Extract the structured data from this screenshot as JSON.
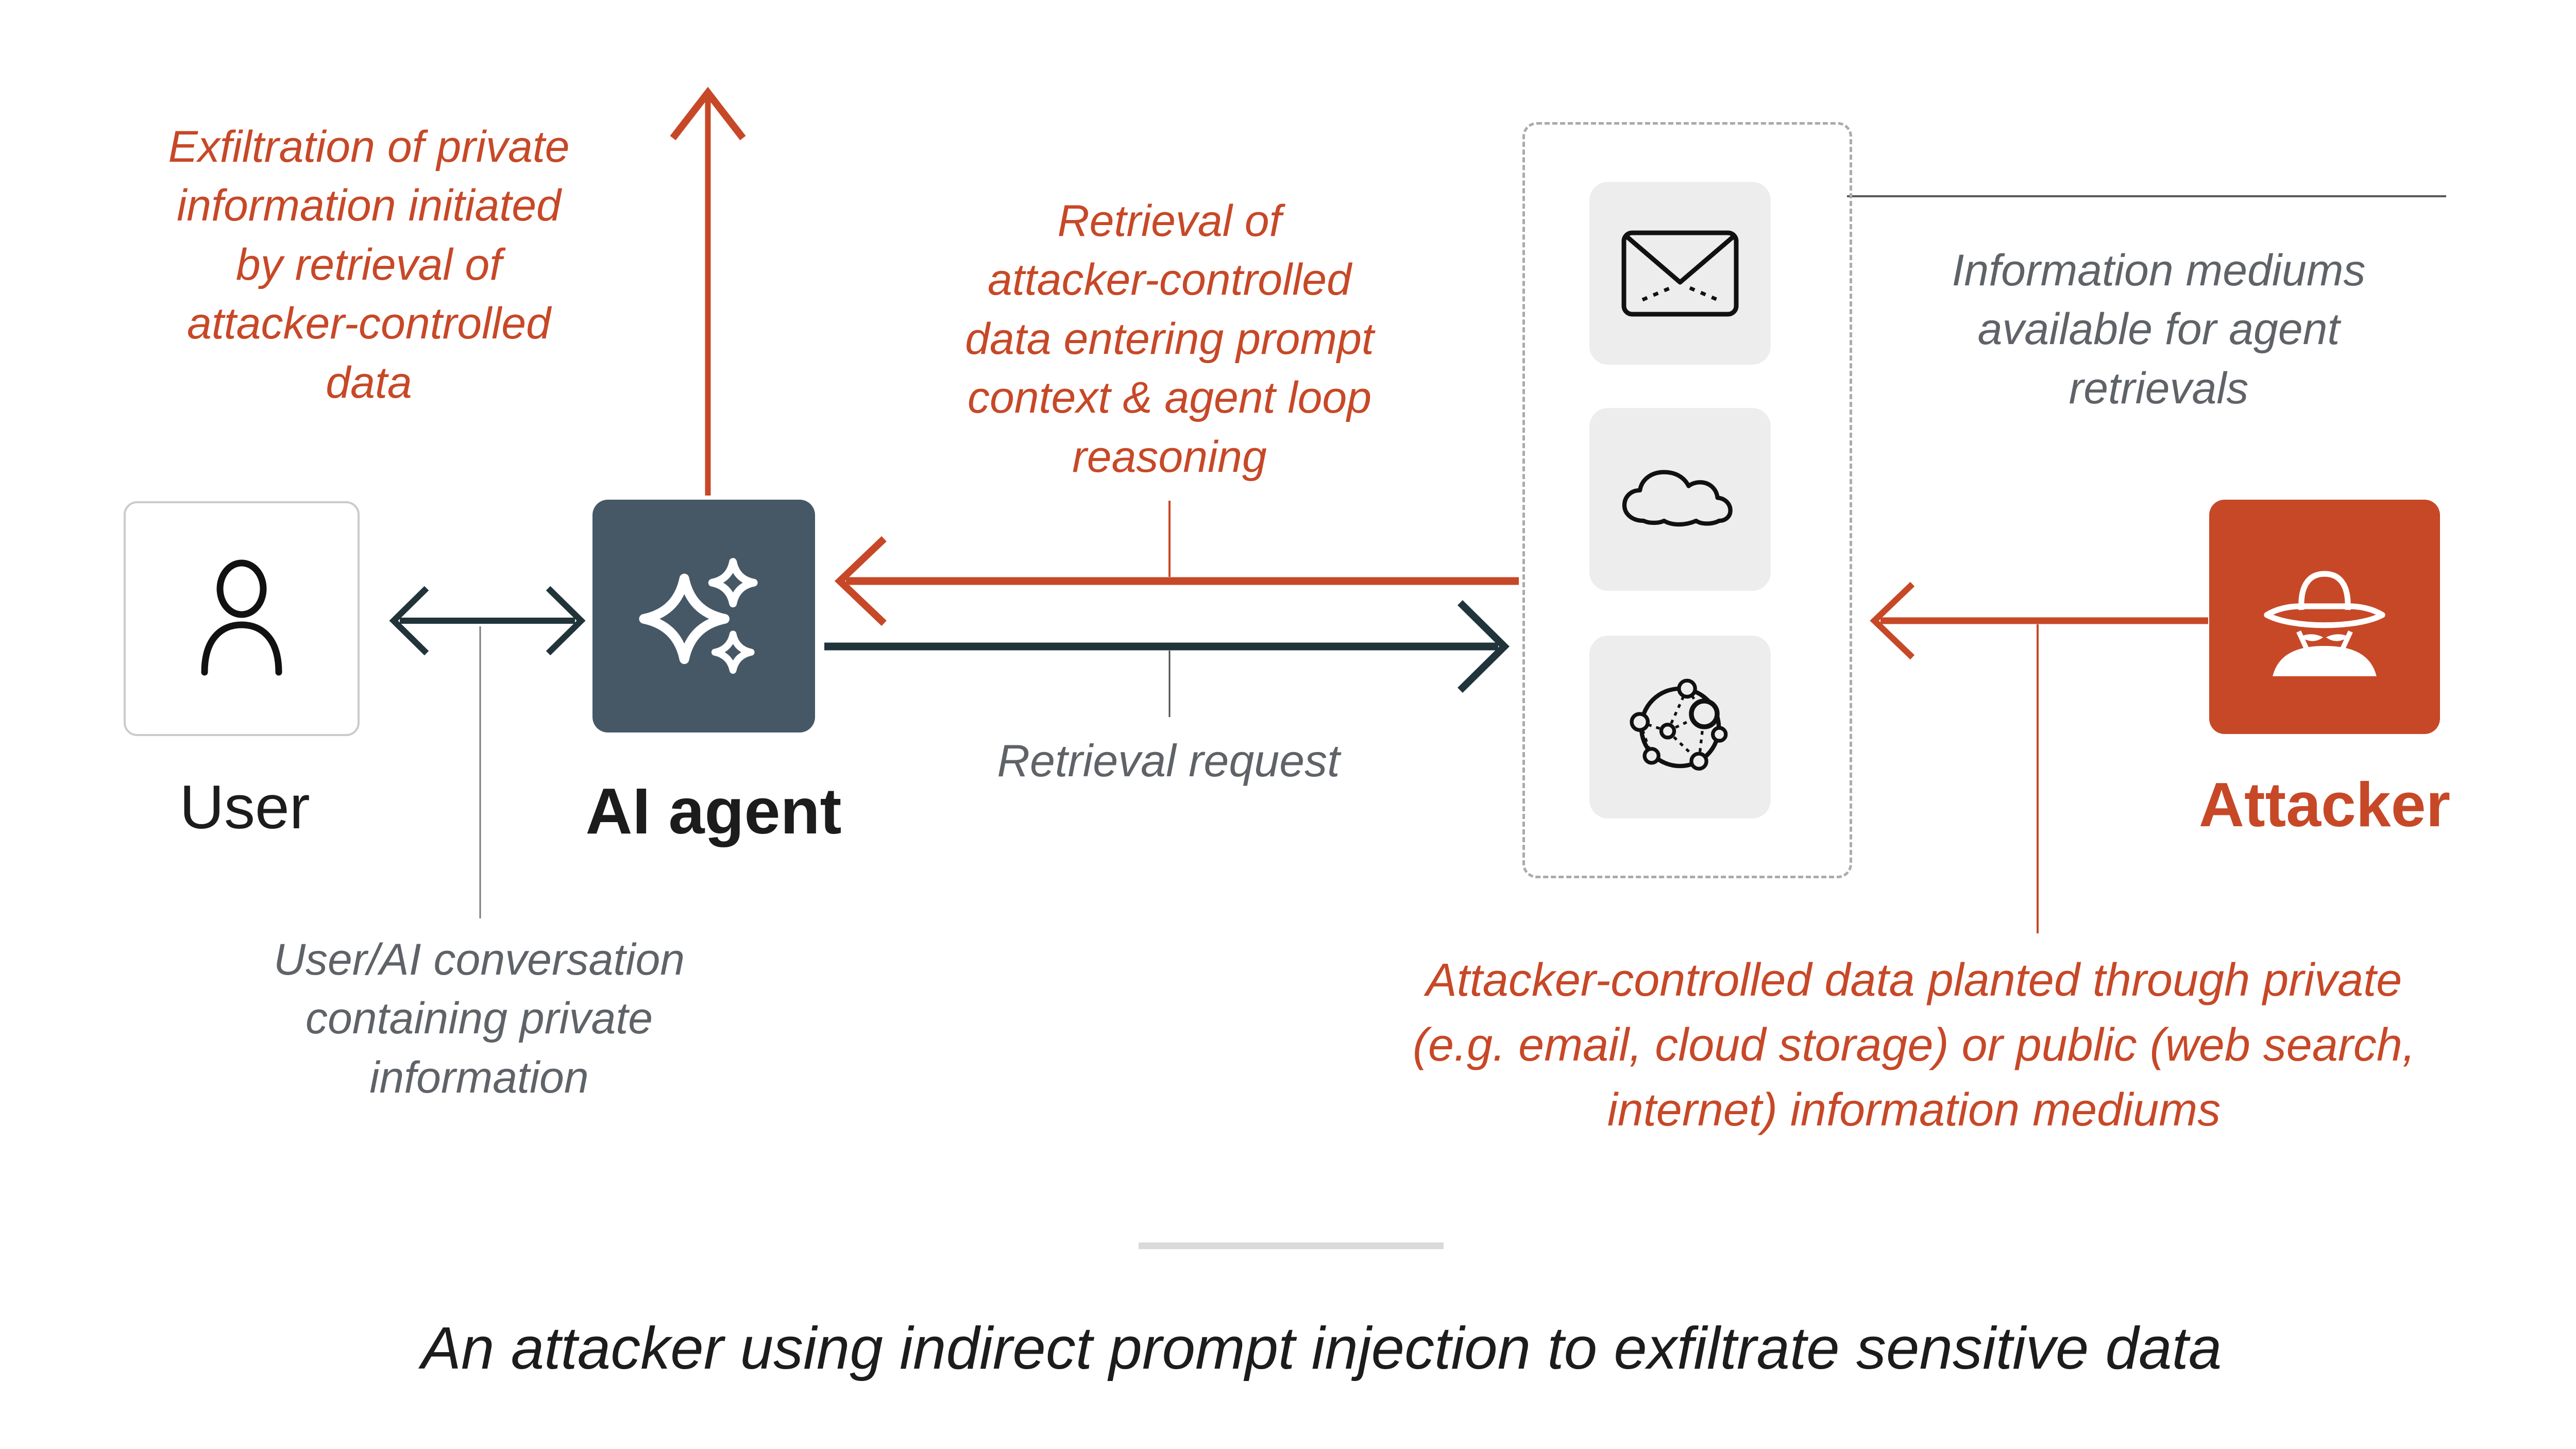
{
  "colors": {
    "accent_red": "#C74827",
    "dark_slate": "#465866",
    "arrow_teal": "#20343A",
    "gray_text": "#5F6368",
    "tile_bg": "#EDEDED",
    "dotted_border": "#ABABAB",
    "divider": "#DADADA",
    "black_text": "#1C1C1C",
    "thin_line_gray": "#7A7A7A"
  },
  "nodes": {
    "user": {
      "label": "User",
      "icon": "person-icon"
    },
    "ai_agent": {
      "label": "AI agent",
      "icon": "sparkles-icon"
    },
    "attacker": {
      "label": "Attacker",
      "icon": "spy-icon"
    },
    "information_mediums": {
      "icons": [
        "envelope-icon",
        "cloud-icon",
        "network-icon"
      ]
    }
  },
  "annotations": {
    "exfiltration": "Exfiltration of private\ninformation initiated\nby retrieval of\nattacker-controlled\ndata",
    "retrieval_of_attacker_data": "Retrieval of\nattacker-controlled\ndata entering prompt\ncontext & agent loop\nreasoning",
    "retrieval_request": "Retrieval request",
    "user_ai_conversation": "User/AI conversation\ncontaining private\ninformation",
    "information_mediums": "Information mediums\navailable for agent\nretrievals",
    "attacker_planted": "Attacker-controlled data planted  through private\n(e.g. email, cloud storage) or public (web search,\ninternet) information mediums"
  },
  "caption": "An attacker using indirect prompt injection to exfiltrate sensitive data"
}
